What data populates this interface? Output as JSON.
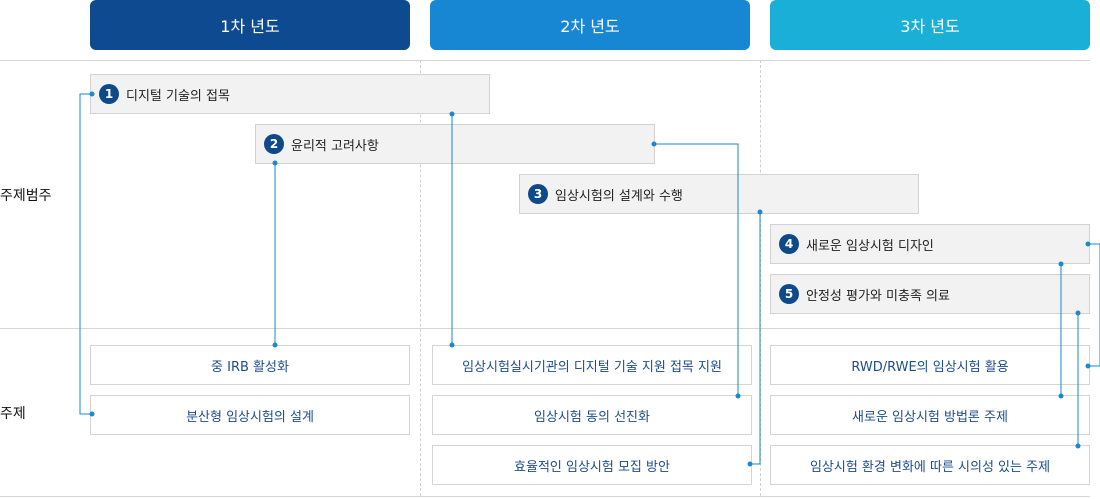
{
  "headers": [
    "1차 년도",
    "2차 년도",
    "3차 년도"
  ],
  "header_colors": [
    "#0e4a8f",
    "#1787d3",
    "#1aafd6"
  ],
  "row_labels": {
    "categories": "주제범주",
    "topics": "주제"
  },
  "categories": [
    {
      "num": "1",
      "label": "디지털 기술의 접목"
    },
    {
      "num": "2",
      "label": "윤리적 고려사항"
    },
    {
      "num": "3",
      "label": "임상시험의 설계와 수행"
    },
    {
      "num": "4",
      "label": "새로운 임상시험 디자인"
    },
    {
      "num": "5",
      "label": "안정성 평가와 미충족 의료"
    }
  ],
  "topics": {
    "year1": [
      "중 IRB 활성화",
      "분산형 임상시험의 설계"
    ],
    "year2": [
      "임상시험실시기관의 디지털 기술 지원 접목 지원",
      "임상시험 동의 선진화",
      "효율적인 임상시험 모집 방안"
    ],
    "year3": [
      "RWD/RWE의 임상시험 활용",
      "새로운 임상시험 방법론 주제",
      "임상시험 환경 변화에 따른 시의성 있는 주제"
    ]
  },
  "connector_color": "#1a8ad0"
}
